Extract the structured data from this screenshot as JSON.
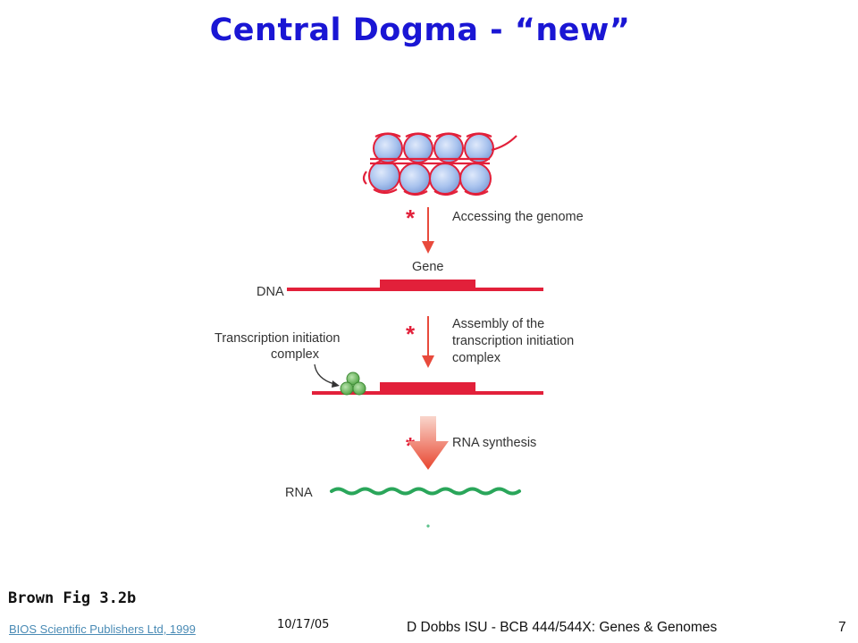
{
  "slide": {
    "title": "Central Dogma - “new”",
    "caption": "Brown Fig 3.2b",
    "source_link": "BIOS Scientific Publishers Ltd, 1999",
    "date": "10/17/05",
    "footer": "D Dobbs ISU - BCB 444/544X: Genes & Genomes",
    "page_number": "7"
  },
  "figure": {
    "step1_label": "Accessing the genome",
    "gene_label": "Gene",
    "dna_label": "DNA",
    "step2_label_line1": "Assembly  of the",
    "step2_label_line2": "transcription initiation",
    "step2_label_line3": "complex",
    "complex_label_line1": "Transcription initiation",
    "complex_label_line2": "complex",
    "step3_label": "RNA synthesis",
    "rna_label": "RNA",
    "step_marker": "*"
  },
  "colors": {
    "title": "#1a16d4",
    "dna_red": "#e2203a",
    "arrow_red": "#e84a3c",
    "histone_blue": "#a9c3ee",
    "complex_green": "#6fbf5f",
    "rna_green": "#2aa65a",
    "link": "#4a8bb5"
  }
}
